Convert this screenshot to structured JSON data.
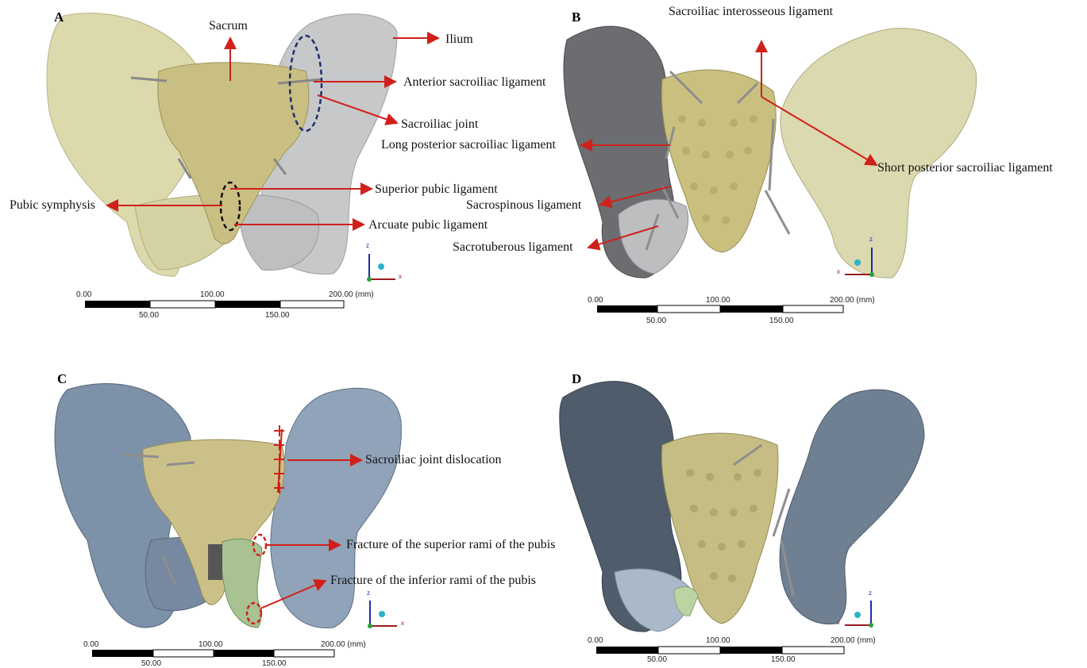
{
  "panels": {
    "A": {
      "label": "A",
      "annotations": {
        "sacrum": "Sacrum",
        "ilium": "Ilium",
        "anterior_si": "Anterior sacroiliac ligament",
        "si_joint": "Sacroiliac joint",
        "superior_pubic": "Superior pubic ligament",
        "pubic_symphysis": "Pubic symphysis",
        "arcuate_pubic": "Arcuate pubic ligament"
      }
    },
    "B": {
      "label": "B",
      "annotations": {
        "interosseous": "Sacroiliac interosseous  ligament",
        "long_posterior": "Long posterior sacroiliac ligament",
        "short_posterior": "Short posterior sacroiliac ligament",
        "sacrospinous": "Sacrospinous ligament",
        "sacrotuberous": "Sacrotuberous ligament"
      }
    },
    "C": {
      "label": "C",
      "annotations": {
        "si_dislocation": "Sacroiliac joint dislocation",
        "superior_rami": "Fracture of the superior rami of the pubis",
        "inferior_rami": "Fracture of the  inferior rami of the pubis"
      }
    },
    "D": {
      "label": "D",
      "annotations": {}
    }
  },
  "scale_bar": {
    "top_ticks": [
      "0.00",
      "100.00",
      "200.00 (mm)"
    ],
    "bottom_ticks": [
      "50.00",
      "150.00"
    ]
  },
  "triad": {
    "z": "z",
    "x": "x"
  },
  "colors": {
    "pelvis_yellow": "#d9d6a8",
    "pelvis_grey": "#c9cacb",
    "pelvis_blue": "#7f93a8",
    "sacrum": "#c9bf82",
    "green_fragment": "#a9c292",
    "arrow": "#d0201a",
    "dashed_blue": "#1d2f6b"
  }
}
